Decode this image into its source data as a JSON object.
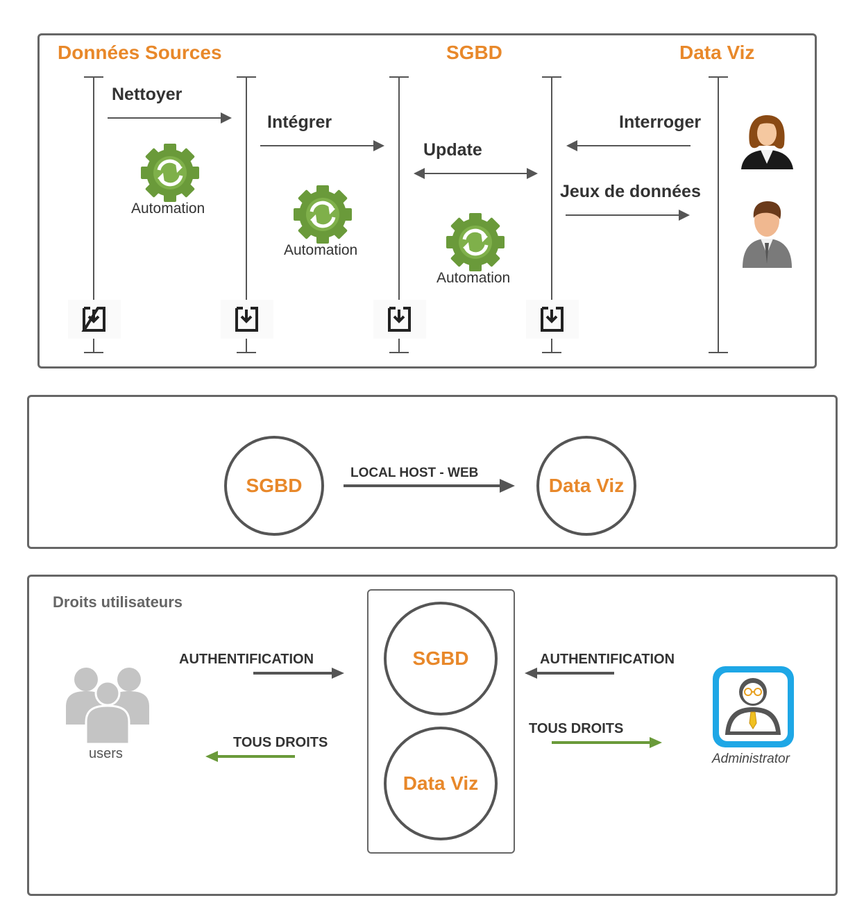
{
  "section1": {
    "headers": {
      "sources": "Données Sources",
      "sgbd": "SGBD",
      "dataviz": "Data Viz"
    },
    "arrows": {
      "nettoyer": "Nettoyer",
      "integrer": "Intégrer",
      "update": "Update",
      "interroger": "Interroger",
      "jeux": "Jeux de données"
    },
    "automation_label": "Automation"
  },
  "section2": {
    "left_node": "SGBD",
    "right_node": "Data Viz",
    "link_label": "LOCAL HOST - WEB"
  },
  "section3": {
    "title": "Droits utilisateurs",
    "users_label": "users",
    "admin_label": "Administrator",
    "auth_left": "AUTHENTIFICATION",
    "auth_right": "AUTHENTIFICATION",
    "rights_left": "TOUS DROITS",
    "rights_right": "TOUS DROITS",
    "node_top": "SGBD",
    "node_bottom": "Data Viz"
  },
  "colors": {
    "accent": "#e8882a",
    "line": "#555555",
    "green": "#6a9a3a",
    "gear": "#6a9a3a",
    "admin_blue": "#1ea7e6"
  },
  "icons": [
    "gear-sync-icon",
    "download-box-icon",
    "woman-user-icon",
    "man-user-icon",
    "users-group-icon",
    "administrator-icon"
  ]
}
